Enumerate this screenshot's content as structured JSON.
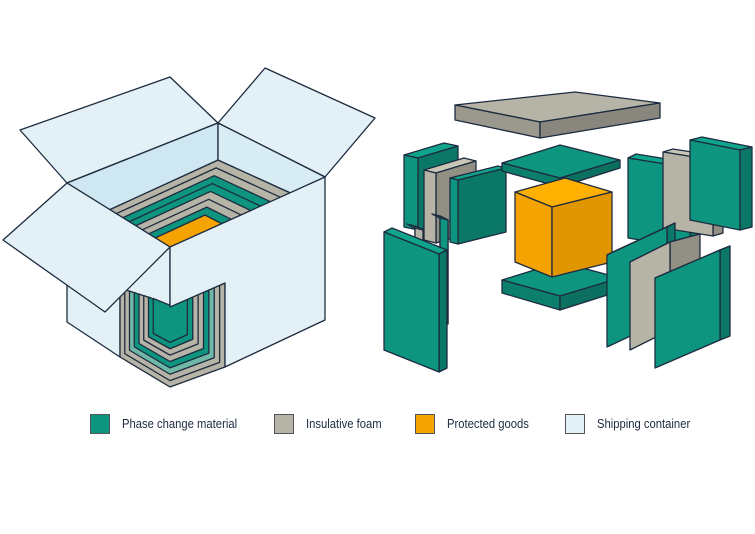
{
  "colors": {
    "phase_change": "#0e957f",
    "foam": "#b6b4a6",
    "goods": "#f5a300",
    "container": "#e3f1f7",
    "outline": "#1d2b3f"
  },
  "legend": [
    {
      "label": "Phase change material",
      "color": "#0e957f"
    },
    {
      "label": "Insulative foam",
      "color": "#b6b4a6"
    },
    {
      "label": "Protected goods",
      "color": "#f5a300"
    },
    {
      "label": "Shipping container",
      "color": "#e3f1f7"
    }
  ]
}
